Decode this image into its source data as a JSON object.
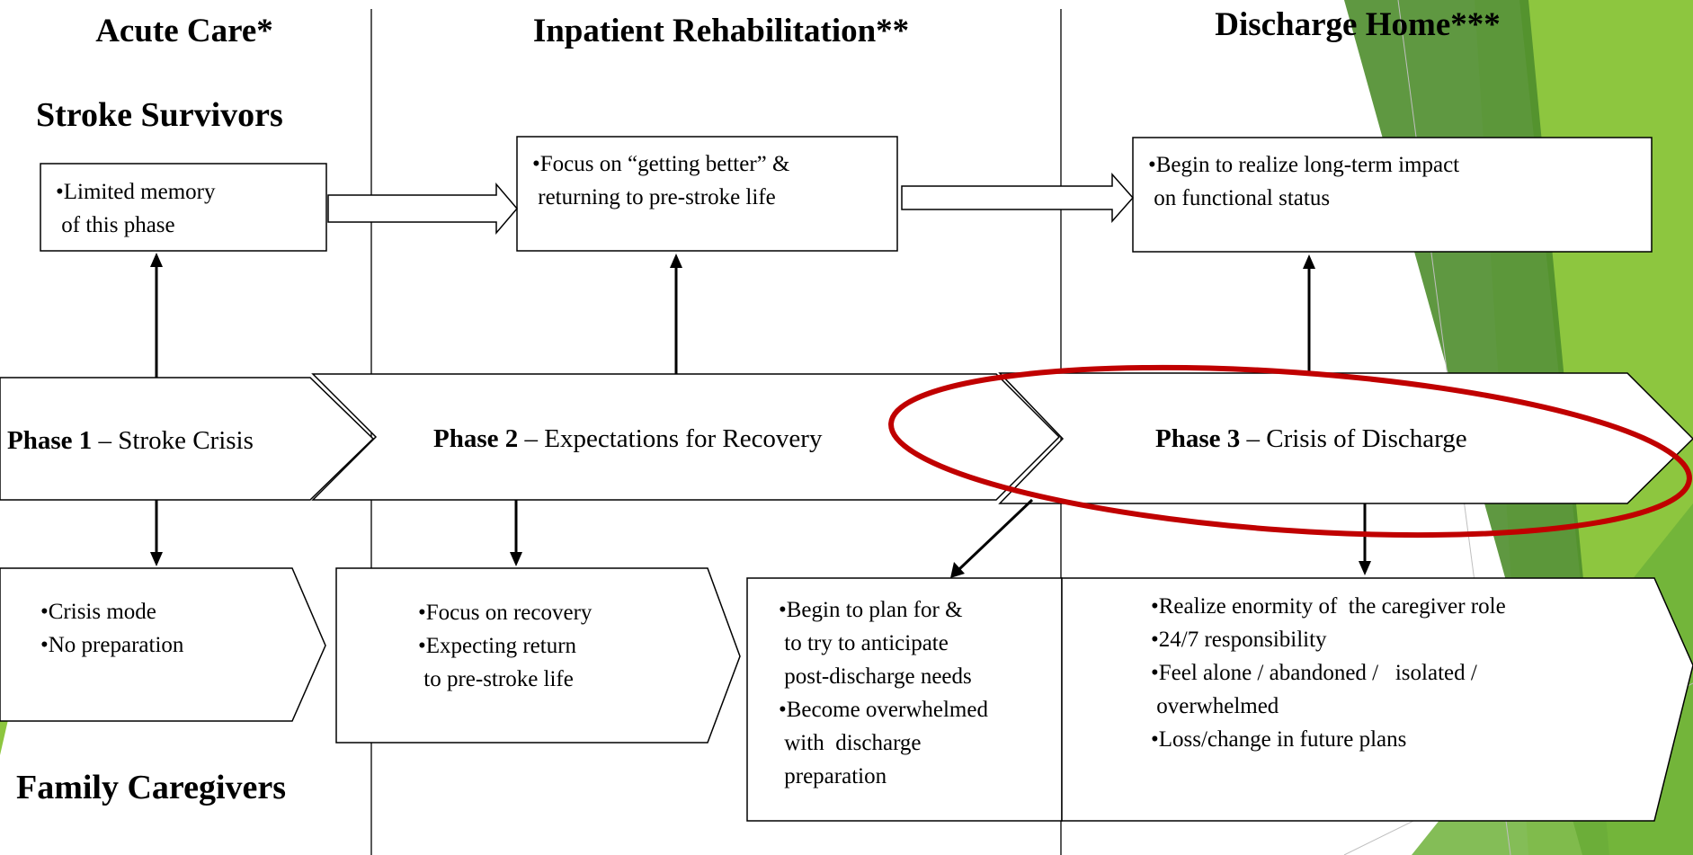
{
  "columns": {
    "acute": "Acute Care*",
    "inpatient": "Inpatient Rehabilitation**",
    "discharge": "Discharge Home***"
  },
  "sections": {
    "survivors": "Stroke Survivors",
    "caregivers": "Family Caregivers"
  },
  "survivor_boxes": [
    {
      "lines": [
        "•Limited memory",
        " of this phase"
      ]
    },
    {
      "lines": [
        "•Focus on “getting better” &",
        " returning to pre-stroke life"
      ]
    },
    {
      "lines": [
        "•Begin to realize long-term impact",
        " on functional status"
      ]
    }
  ],
  "phases": [
    {
      "bold": "Phase 1",
      "rest": " – Stroke Crisis"
    },
    {
      "bold": "Phase 2",
      "rest": " – Expectations for Recovery"
    },
    {
      "bold": "Phase 3",
      "rest": " – Crisis of Discharge"
    }
  ],
  "caregiver_boxes": [
    {
      "lines": [
        "•Crisis mode",
        "•No preparation"
      ]
    },
    {
      "lines": [
        "•Focus on recovery",
        "•Expecting return",
        " to pre-stroke life"
      ]
    },
    {
      "lines": [
        "•Begin to plan for &",
        " to try to anticipate",
        " post-discharge needs",
        "•Become overwhelmed",
        " with  discharge",
        " preparation"
      ]
    },
    {
      "lines": [
        "•Realize enormity of  the caregiver role",
        "•24/7 responsibility",
        "•Feel alone / abandoned /   isolated /",
        " overwhelmed",
        "•Loss/change in future plans"
      ]
    }
  ],
  "colors": {
    "highlight_ellipse": "#c00000",
    "green_light": "#c6e07a",
    "green_mid": "#8dc63f",
    "green_dark": "#4e8d2c"
  }
}
